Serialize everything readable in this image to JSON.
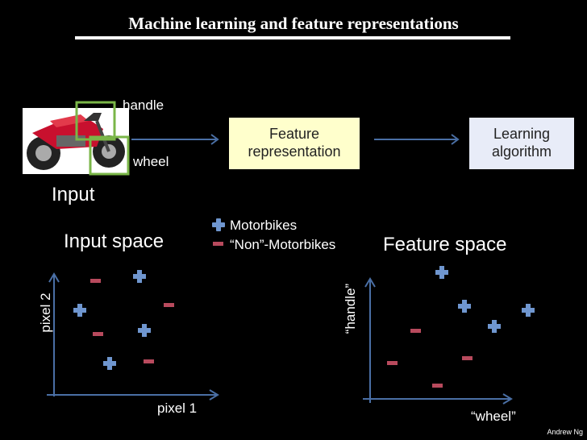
{
  "header": {
    "title": "Machine learning and feature representations"
  },
  "top": {
    "handle_label": "handle",
    "wheel_label": "wheel",
    "input_label": "Input",
    "feature_box": "Feature representation",
    "learning_box": "Learning algorithm"
  },
  "legend": {
    "plus_label": "Motorbikes",
    "minus_label": "“Non”-Motorbikes",
    "plus_color": "#6f96cf",
    "minus_color": "#b84a5d"
  },
  "left_plot": {
    "title": "Input space",
    "xlabel": "pixel 1",
    "ylabel": "pixel 2"
  },
  "right_plot": {
    "title": "Feature space",
    "xlabel": "“wheel”",
    "ylabel": "“handle”"
  },
  "footer": {
    "author": "Andrew Ng"
  }
}
